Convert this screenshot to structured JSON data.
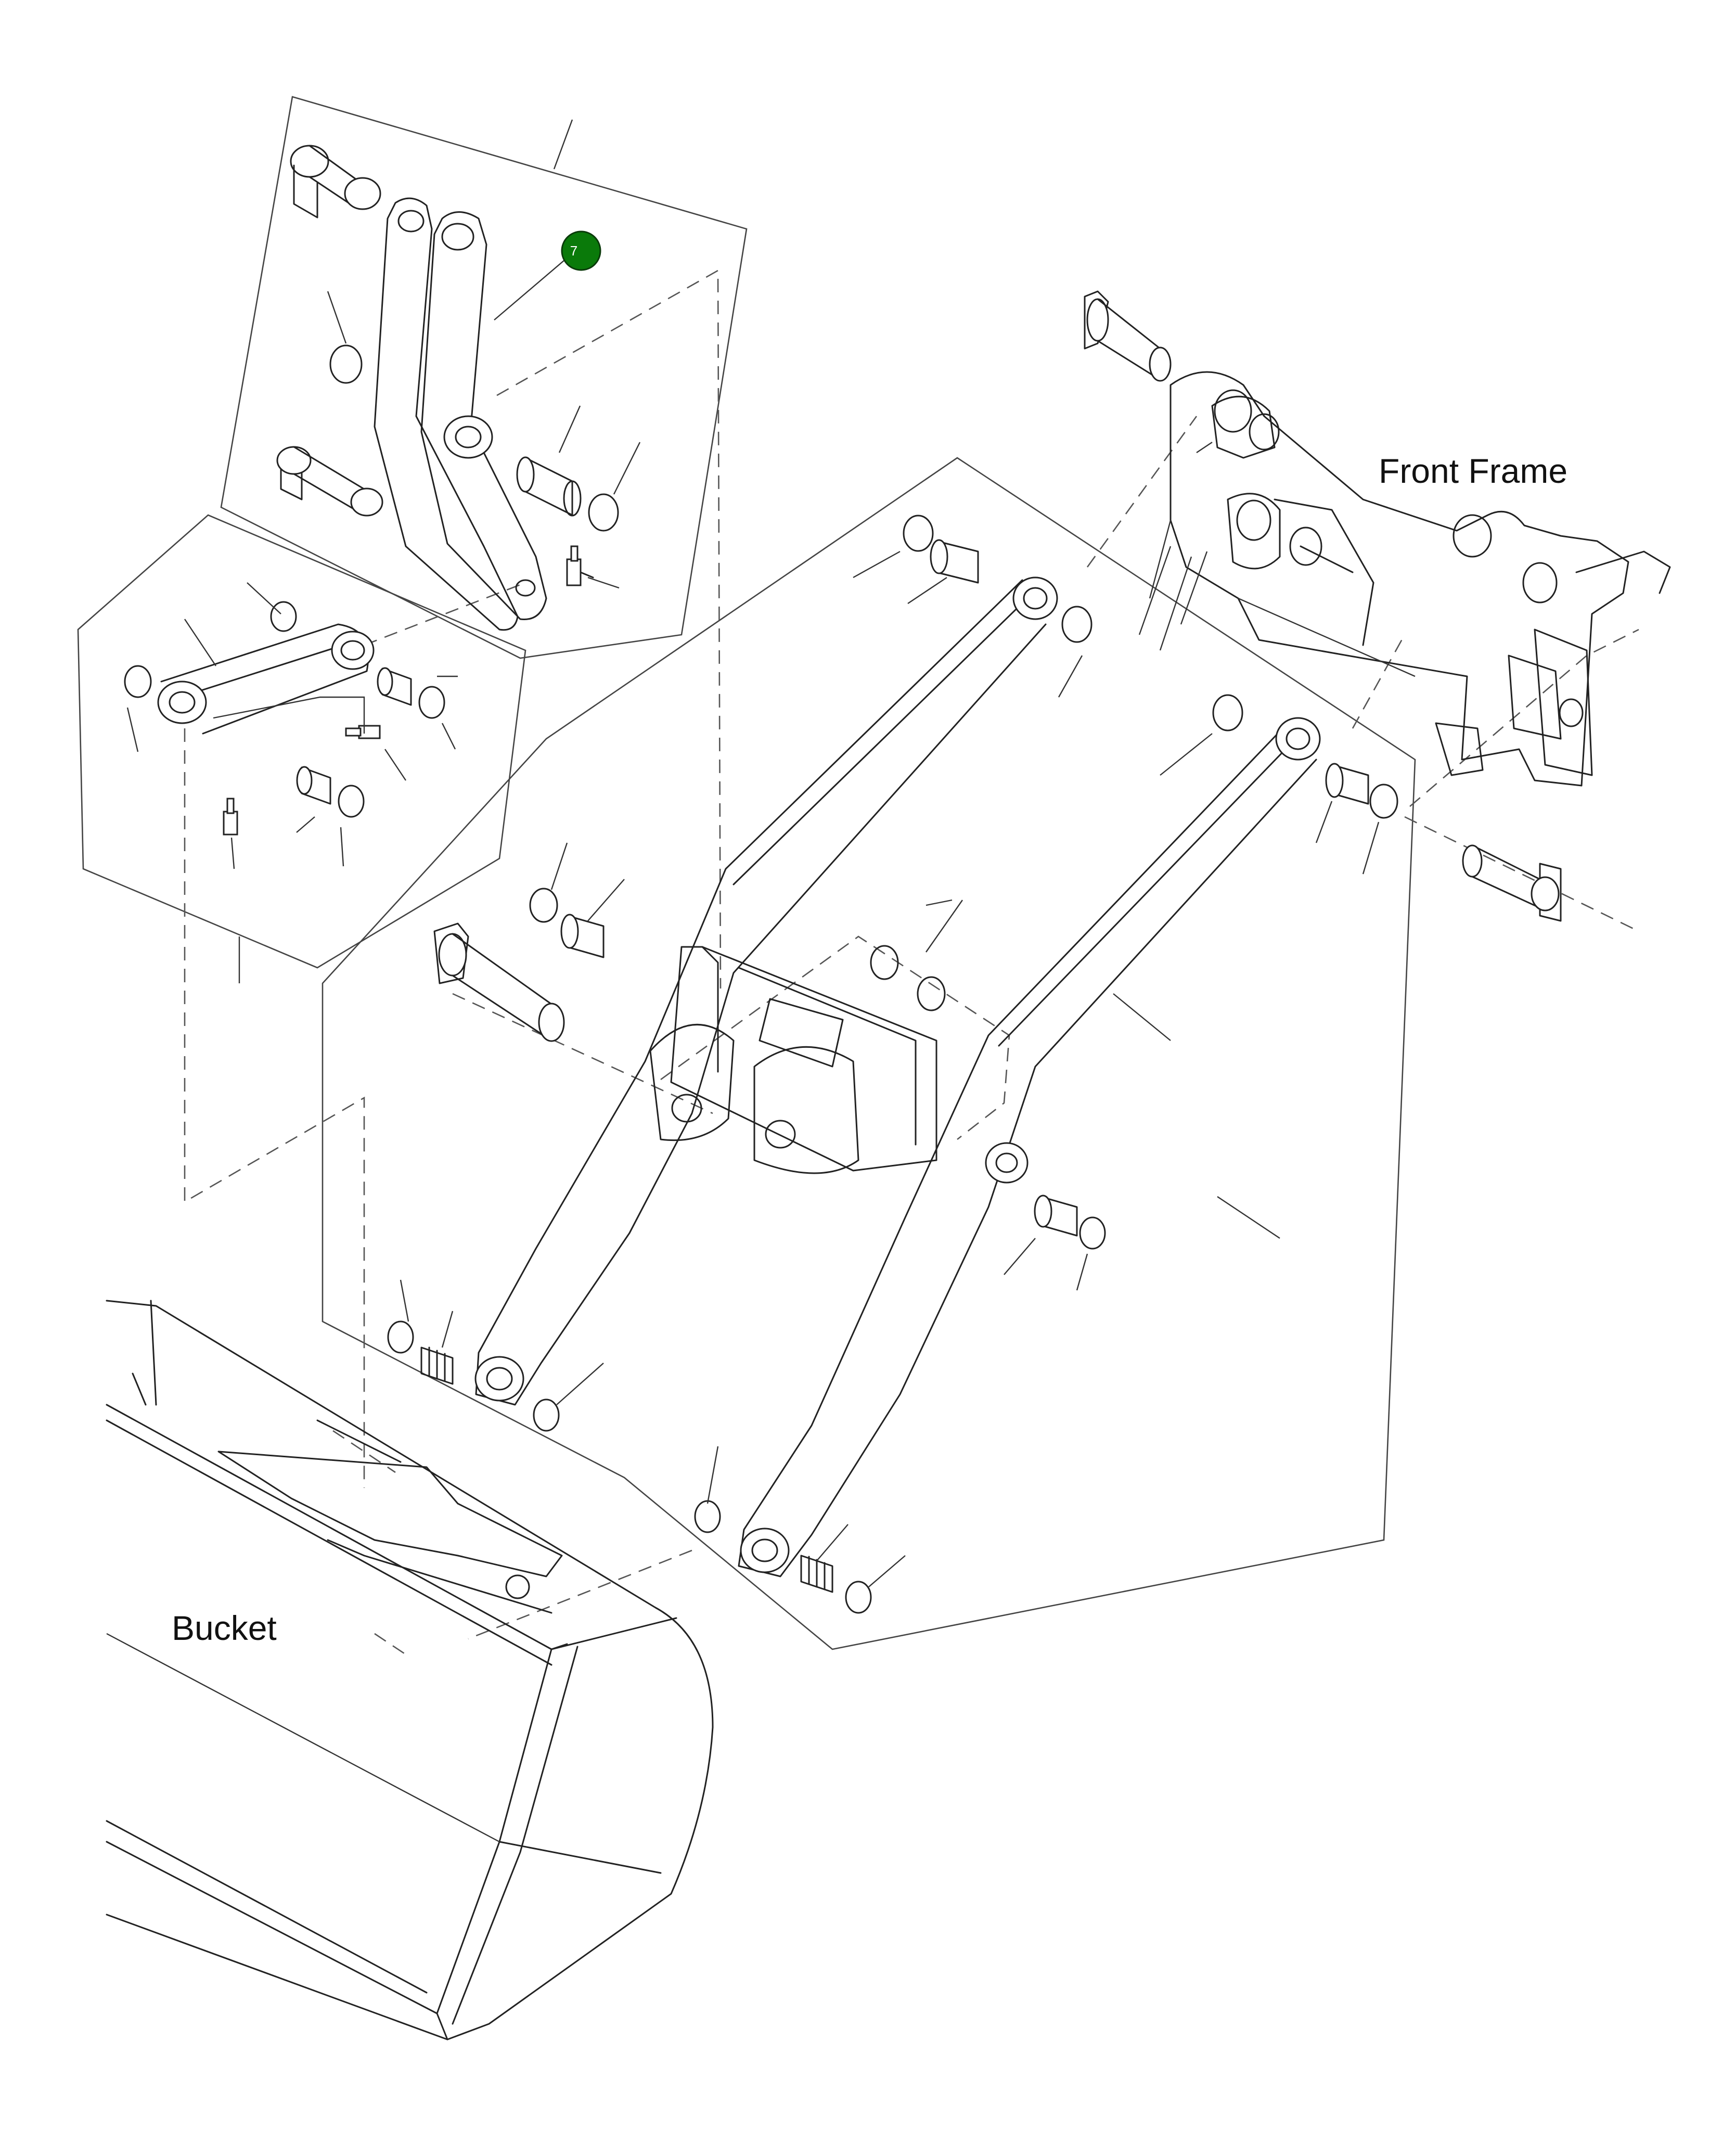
{
  "labels": {
    "front_frame": "Front Frame",
    "bucket": "Bucket"
  },
  "callouts": [
    {
      "number": "7",
      "color": "#0a7a0a"
    }
  ]
}
